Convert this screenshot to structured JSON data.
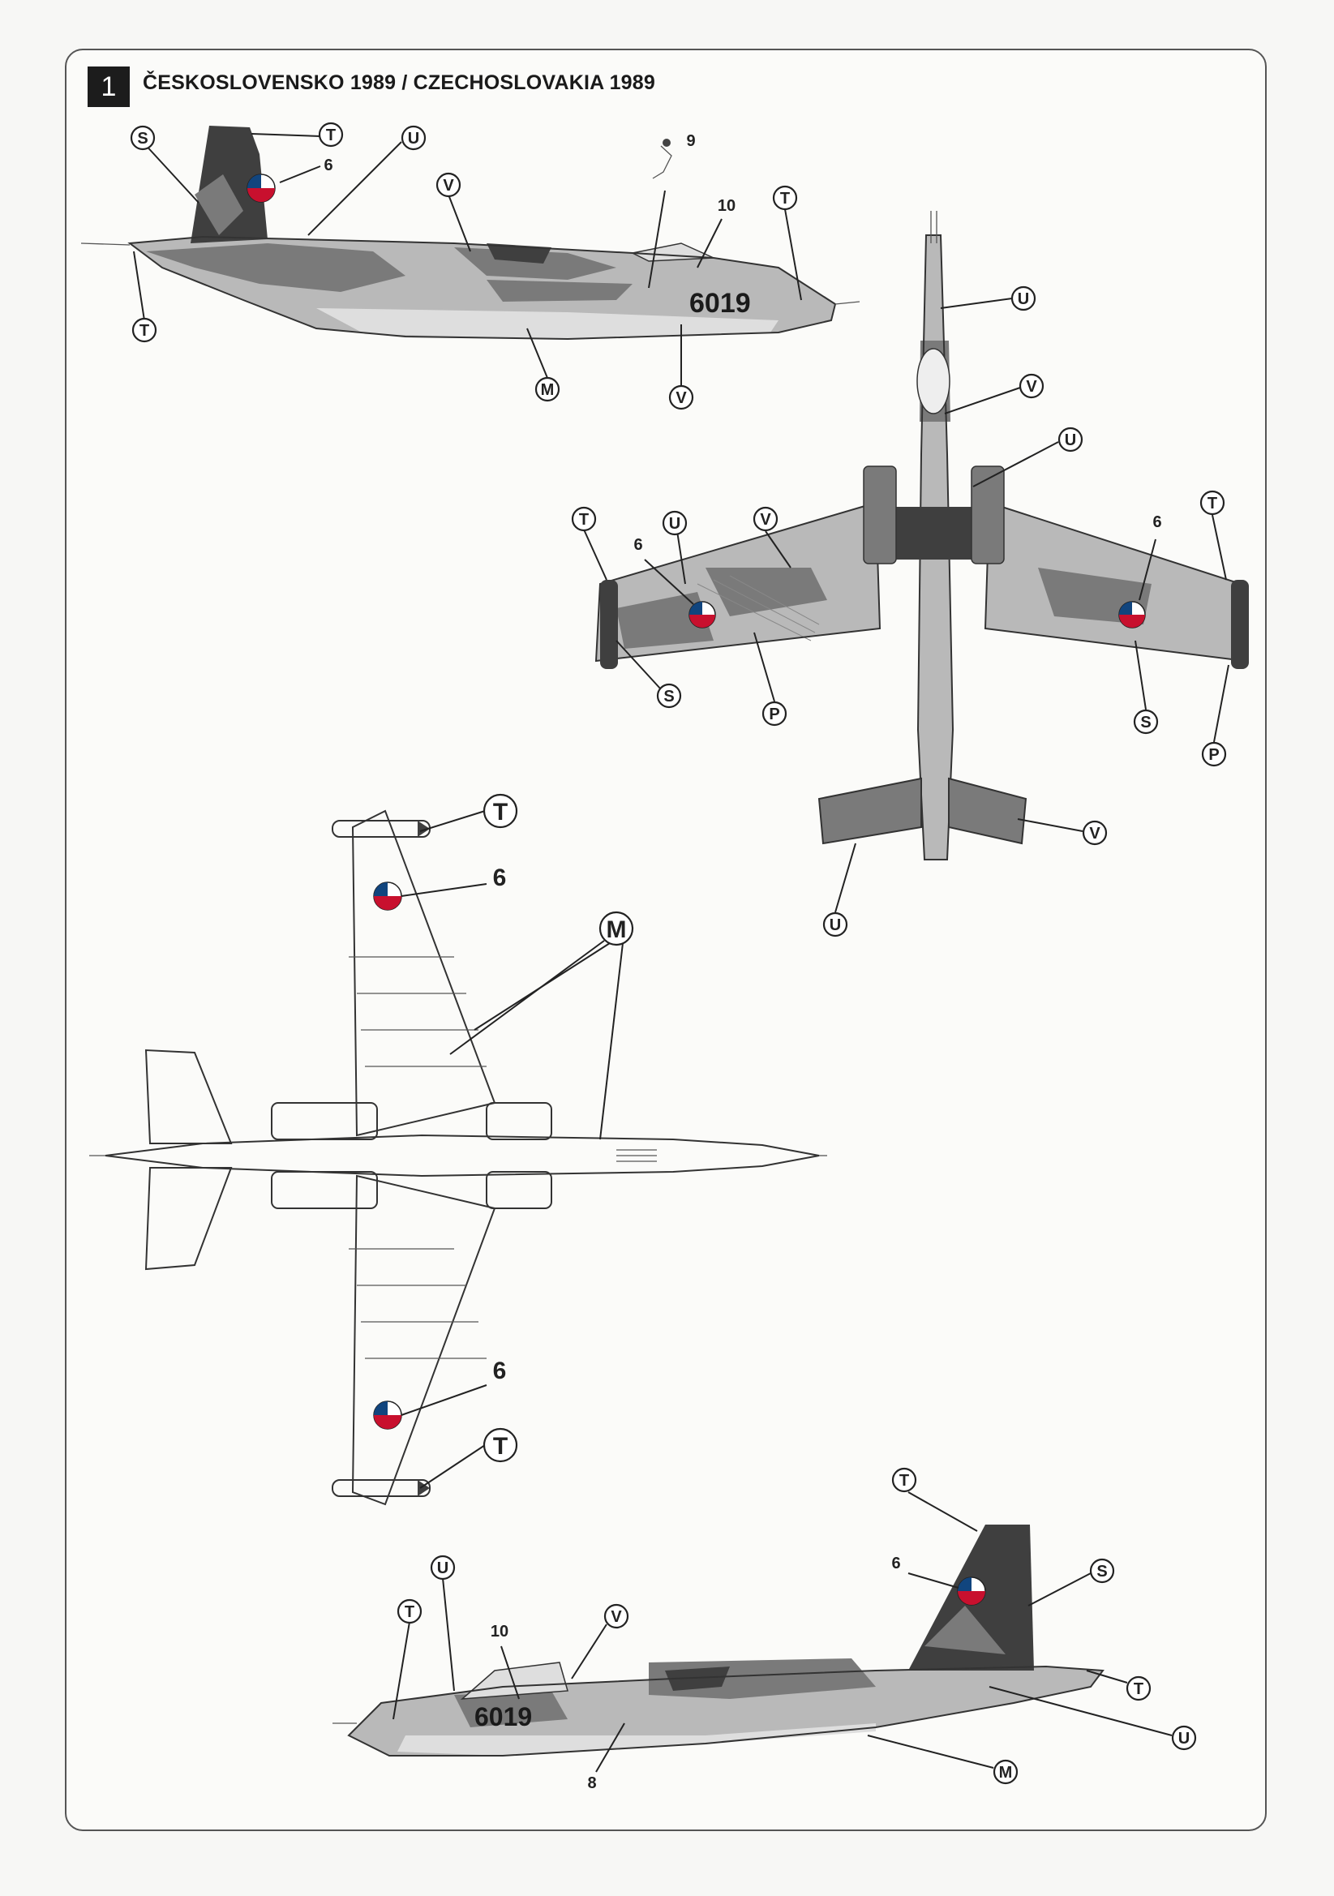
{
  "header": {
    "profile_number": "1",
    "title": "ČESKOSLOVENSKO 1989 / CZECHOSLOVAKIA 1989"
  },
  "aircraft": {
    "serial": "6019"
  },
  "callouts": {
    "s": "S",
    "t": "T",
    "u": "U",
    "v": "V",
    "m": "M",
    "p": "P",
    "n6": "6",
    "n8": "8",
    "n9": "9",
    "n10": "10"
  },
  "colors": {
    "dark_camo": "#3f3f3f",
    "mid_camo": "#7a7a7a",
    "light_camo": "#b9b9b9",
    "roundel_red": "#c8102e",
    "roundel_blue": "#11457e"
  }
}
